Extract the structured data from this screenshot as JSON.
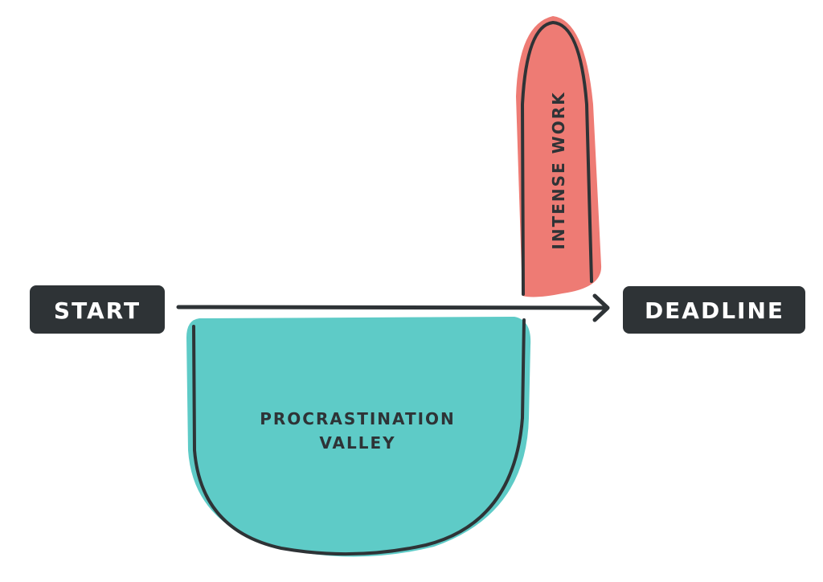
{
  "diagram": {
    "start_label": "START",
    "deadline_label": "DEADLINE",
    "peak_label": "INTENSE WORK",
    "valley_label_line1": "PROCRASTINATION",
    "valley_label_line2": "VALLEY"
  },
  "colors": {
    "ink": "#2e3336",
    "peak_fill": "#ee7b74",
    "valley_fill": "#5ecbc7",
    "label_text": "#ffffff"
  }
}
